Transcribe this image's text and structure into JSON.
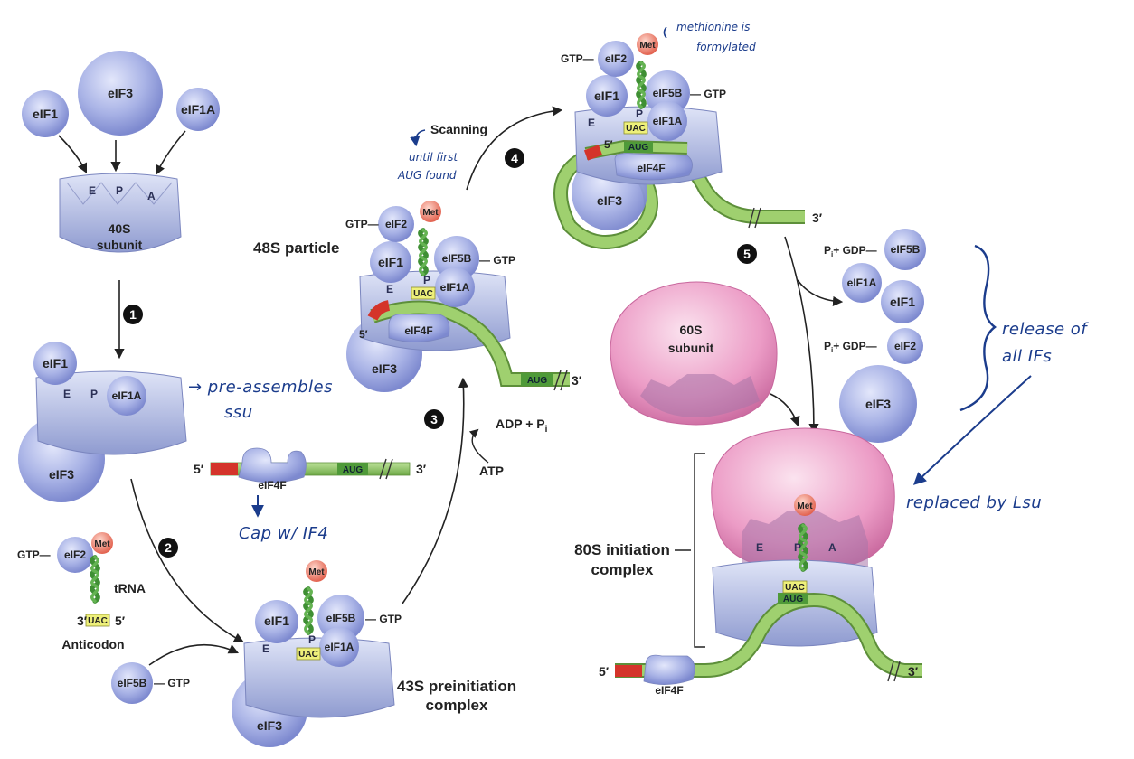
{
  "colors": {
    "factor": "#a9b3e6",
    "ribosome_small": "#b7c1e6",
    "ribosome_large": "#ec9cc6",
    "mrna": "#8fc760",
    "cap": "#d4342a",
    "trna": "#3f8f34",
    "met": "#f1816f",
    "handwriting": "#1b3c8c"
  },
  "labels": {
    "eif1": "eIF1",
    "eif3": "eIF3",
    "eif1a": "eIF1A",
    "eif2": "eIF2",
    "eif5b": "eIF5B",
    "eif4f": "eIF4F",
    "gtp": "GTP",
    "gtp_dash_left": "GTP—",
    "dash_gtp_right": "— GTP",
    "met": "Met",
    "uac": "UAC",
    "aug": "AUG",
    "p_site": "P",
    "e_site": "E",
    "a_site": "A",
    "five_prime": "5′",
    "three_prime": "3′",
    "anticodon_three": "3′",
    "anticodon_five": "5′",
    "subunit_40s_line1": "40S",
    "subunit_40s_line2": "subunit",
    "subunit_60s_line1": "60S",
    "subunit_60s_line2": "subunit",
    "trna": "tRNA",
    "anticodon": "Anticodon",
    "complex_43s_line1": "43S preinitiation",
    "complex_43s_line2": "complex",
    "particle_48s": "48S particle",
    "complex_80s_line1": "80S initiation",
    "complex_80s_line2": "complex",
    "scanning": "Scanning",
    "atp": "ATP",
    "adp_pi": "ADP + P",
    "pi_gdp_eif5b": "P",
    "pi_gdp_eif2": "P",
    "pi_gdp_tail": "+ GDP—",
    "subscript_i": "i"
  },
  "steps": [
    "1",
    "2",
    "3",
    "4",
    "5"
  ],
  "annotations": {
    "methionine_line1": "methionine is",
    "methionine_line2": "formylated",
    "until_line1": "until first",
    "until_line2": "AUG found",
    "pre_assembles_line1": "→ pre-assembles",
    "pre_assembles_line2": "ssu",
    "cap_line": "Cap w/ IF4",
    "release_line1": "release of",
    "release_line2": "all IFs",
    "replaced": "replaced by Lsu"
  }
}
